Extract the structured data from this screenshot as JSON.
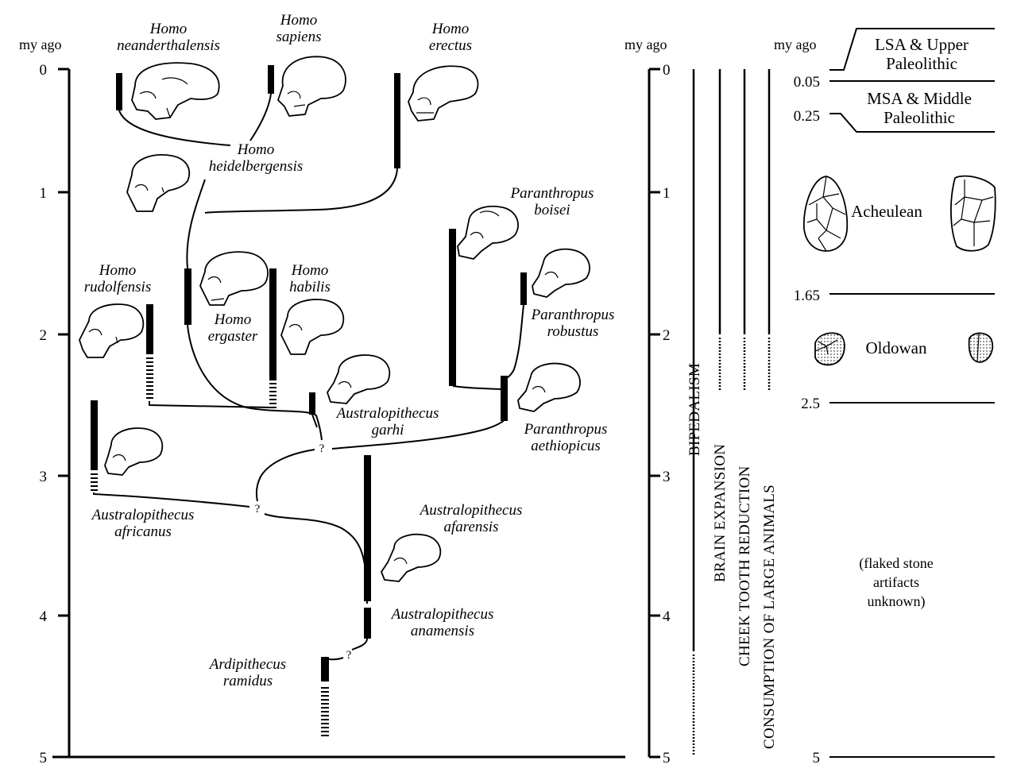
{
  "axis_label": "my ago",
  "left_ticks": [
    "0",
    "1",
    "2",
    "3",
    "4",
    "5"
  ],
  "middle_ticks": [
    "0",
    "1",
    "2",
    "3",
    "4",
    "5"
  ],
  "species": {
    "neanderthalensis": [
      "Homo",
      "neanderthalensis"
    ],
    "sapiens": [
      "Homo",
      "sapiens"
    ],
    "erectus": [
      "Homo",
      "erectus"
    ],
    "heidelbergensis": [
      "Homo",
      "heidelbergensis"
    ],
    "rudolfensis": [
      "Homo",
      "rudolfensis"
    ],
    "habilis": [
      "Homo",
      "habilis"
    ],
    "ergaster": [
      "Homo",
      "ergaster"
    ],
    "garhi": [
      "Australopithecus",
      "garhi"
    ],
    "africanus": [
      "Australopithecus",
      "africanus"
    ],
    "afarensis": [
      "Australopithecus",
      "afarensis"
    ],
    "anamensis": [
      "Australopithecus",
      "anamensis"
    ],
    "ramidus": [
      "Ardipithecus",
      "ramidus"
    ],
    "boisei": [
      "Paranthropus",
      "boisei"
    ],
    "robustus": [
      "Paranthropus",
      "robustus"
    ],
    "aethiopicus": [
      "Paranthropus",
      "aethiopicus"
    ]
  },
  "uncertain_mark": "?",
  "traits": [
    "BIPEDALISM",
    "BRAIN EXPANSION",
    "CHEEK TOOTH REDUCTION",
    "CONSUMPTION OF LARGE ANIMALS"
  ],
  "archaeology": {
    "ticks": [
      "0.05",
      "0.25",
      "1.65",
      "2.5",
      "5"
    ],
    "lsa": [
      "LSA & Upper",
      "Paleolithic"
    ],
    "msa": [
      "MSA & Middle",
      "Paleolithic"
    ],
    "acheulean": "Acheulean",
    "oldowan": "Oldowan",
    "unknown": [
      "(flaked stone",
      "artifacts",
      "unknown)"
    ]
  }
}
